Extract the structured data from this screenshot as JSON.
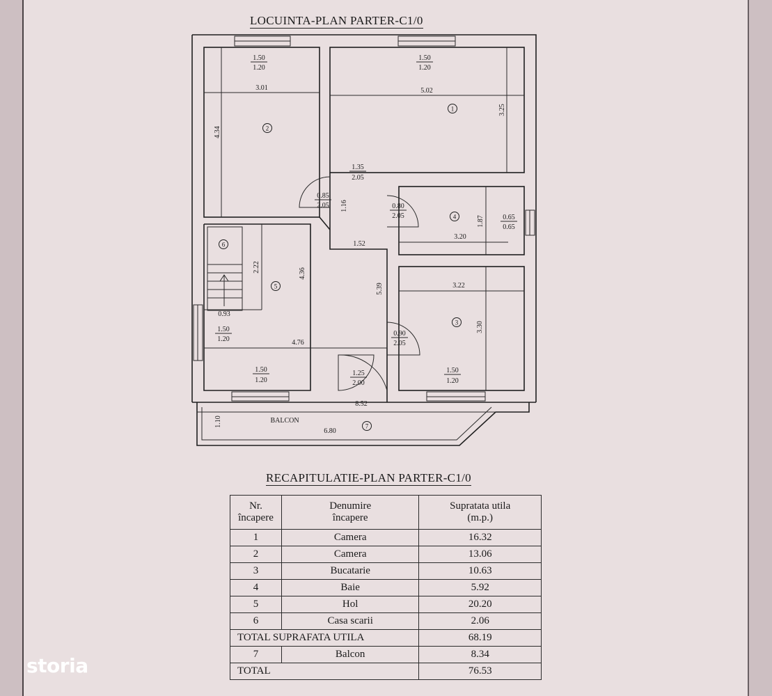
{
  "plan": {
    "title": "LOCUINTA-PLAN PARTER-C1/0",
    "windows": [
      {
        "top": "1.50",
        "bottom": "1.20"
      },
      {
        "top": "1.50",
        "bottom": "1.20"
      },
      {
        "top": "1.50",
        "bottom": "1.20"
      },
      {
        "top": "1.50",
        "bottom": "1.20"
      },
      {
        "top": "1.50",
        "bottom": "1.20"
      },
      {
        "top": "0.65",
        "bottom": "0.65"
      }
    ],
    "doors": [
      {
        "top": "1.35",
        "bottom": "2.05"
      },
      {
        "top": "0.85",
        "bottom": "2.05"
      },
      {
        "top": "0.80",
        "bottom": "2.05"
      },
      {
        "top": "0.90",
        "bottom": "2.05"
      },
      {
        "top": "1.25",
        "bottom": "2.00"
      }
    ],
    "dims_h": [
      "3.01",
      "5.02",
      "1.52",
      "3.20",
      "3.22",
      "0.93",
      "4.76",
      "8.52",
      "6.80"
    ],
    "dims_v": [
      "4.34",
      "3.25",
      "1.16",
      "1.87",
      "2.22",
      "4.36",
      "5.39",
      "3.30",
      "1.10"
    ],
    "rooms": [
      "1",
      "2",
      "3",
      "4",
      "5",
      "6",
      "7"
    ],
    "balcony_label": "BALCON"
  },
  "recap": {
    "title": "RECAPITULATIE-PLAN PARTER-C1/0",
    "headers": {
      "nr_1": "Nr.",
      "nr_2": "încapere",
      "den_1": "Denumire",
      "den_2": "încapere",
      "sup_1": "Supratata utila",
      "sup_2": "(m.p.)"
    },
    "rows": [
      {
        "nr": "1",
        "name": "Camera",
        "area": "16.32"
      },
      {
        "nr": "2",
        "name": "Camera",
        "area": "13.06"
      },
      {
        "nr": "3",
        "name": "Bucatarie",
        "area": "10.63"
      },
      {
        "nr": "4",
        "name": "Baie",
        "area": "5.92"
      },
      {
        "nr": "5",
        "name": "Hol",
        "area": "20.20"
      },
      {
        "nr": "6",
        "name": "Casa scarii",
        "area": "2.06"
      }
    ],
    "total_util_label": "TOTAL SUPRAFATA UTILA",
    "total_util_value": "68.19",
    "balcony_row": {
      "nr": "7",
      "name": "Balcon",
      "area": "8.34"
    },
    "total_label": "TOTAL",
    "total_value": "76.53"
  },
  "brand": {
    "logo_text": "storia"
  }
}
